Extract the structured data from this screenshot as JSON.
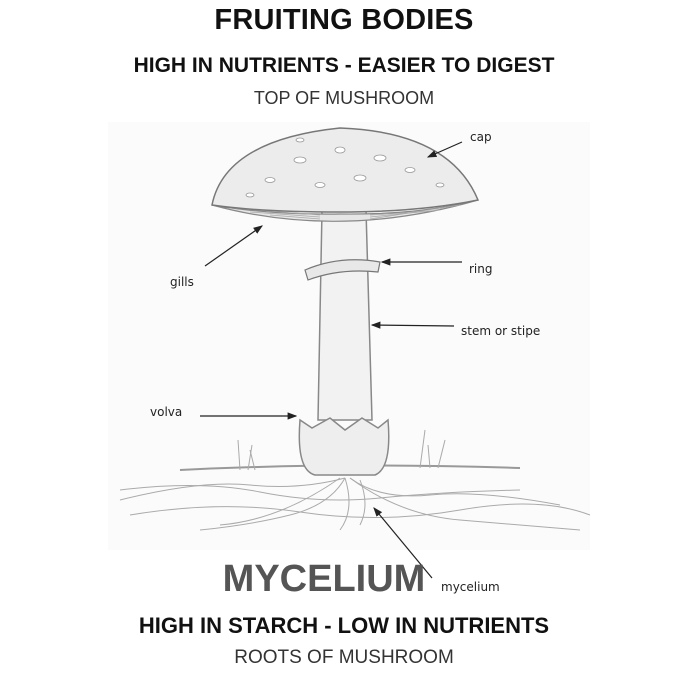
{
  "header": {
    "title": "FRUITING BODIES",
    "subtitle": "HIGH IN NUTRIENTS - EASIER TO DIGEST",
    "caption": "TOP OF MUSHROOM"
  },
  "diagram": {
    "labels": {
      "cap": "cap",
      "gills": "gills",
      "ring": "ring",
      "stem": "stem or stipe",
      "volva": "volva",
      "mycelium": "mycelium"
    }
  },
  "footer": {
    "title": "MYCELIUM",
    "subtitle": "HIGH IN STARCH - LOW IN NUTRIENTS",
    "caption": "ROOTS OF MUSHROOM"
  }
}
